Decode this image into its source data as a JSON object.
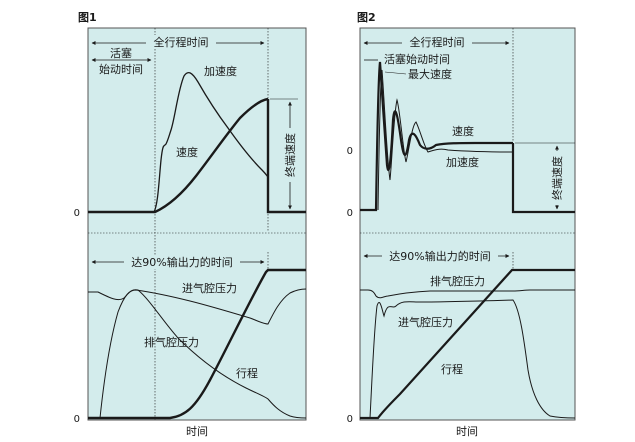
{
  "figure1": {
    "title": "图1",
    "total_stroke_time": "全行程时间",
    "piston_start_time_line1": "活塞",
    "piston_start_time_line2": "始动时间",
    "acceleration": "加速度",
    "velocity": "速度",
    "terminal_velocity": "终端速度",
    "zero_upper": "0",
    "time_to_90": "达90%输出力的时间",
    "inlet_pressure": "进气腔压力",
    "exhaust_pressure": "排气腔压力",
    "stroke": "行程",
    "zero_lower": "0",
    "xlabel": "时间"
  },
  "figure2": {
    "title": "图2",
    "total_stroke_time": "全行程时间",
    "piston_start_time": "活塞始动时间",
    "max_velocity": "最大速度",
    "velocity": "速度",
    "acceleration": "加速度",
    "terminal_velocity": "终端速度",
    "zero_a": "0",
    "zero_b": "0",
    "time_to_90": "达90%输出力的时间",
    "exhaust_pressure": "排气腔压力",
    "inlet_pressure": "进气腔压力",
    "stroke": "行程",
    "zero_lower": "0",
    "xlabel": "时间"
  },
  "colors": {
    "panel_fill": "#d3ecec",
    "curve": "#1a1a1a"
  }
}
